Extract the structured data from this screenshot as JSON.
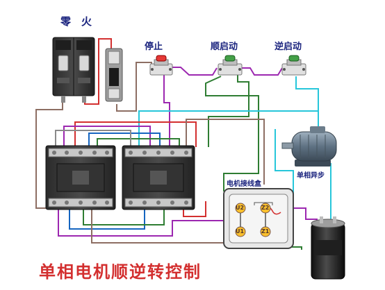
{
  "labels": {
    "neutral": "零",
    "live": "火",
    "stop": "停止",
    "forward_start": "顺启动",
    "reverse_start": "逆启动",
    "motor": "单相异步",
    "terminal_box": "电机接线盒",
    "terminal_u1": "U1",
    "terminal_u2": "U2",
    "terminal_z1": "Z1",
    "terminal_z2": "Z2"
  },
  "title": "单相电机顺逆转控制",
  "colors": {
    "title": "#d32f2f",
    "label": "#1a237e",
    "wire_red": "#d32f2f",
    "wire_purple": "#9c27b0",
    "wire_green": "#2e7d32",
    "wire_cyan": "#26c6da",
    "wire_brown": "#8d6e63",
    "wire_blue": "#1565c0",
    "wire_gray": "#8a8a8a",
    "stop_button": "#e53935",
    "start_button": "#43a047"
  },
  "icons": [
    "breaker-icon",
    "fuse-icon",
    "push-button-icon",
    "contactor-icon",
    "motor-icon",
    "capacitor-icon",
    "terminal-box-icon"
  ]
}
